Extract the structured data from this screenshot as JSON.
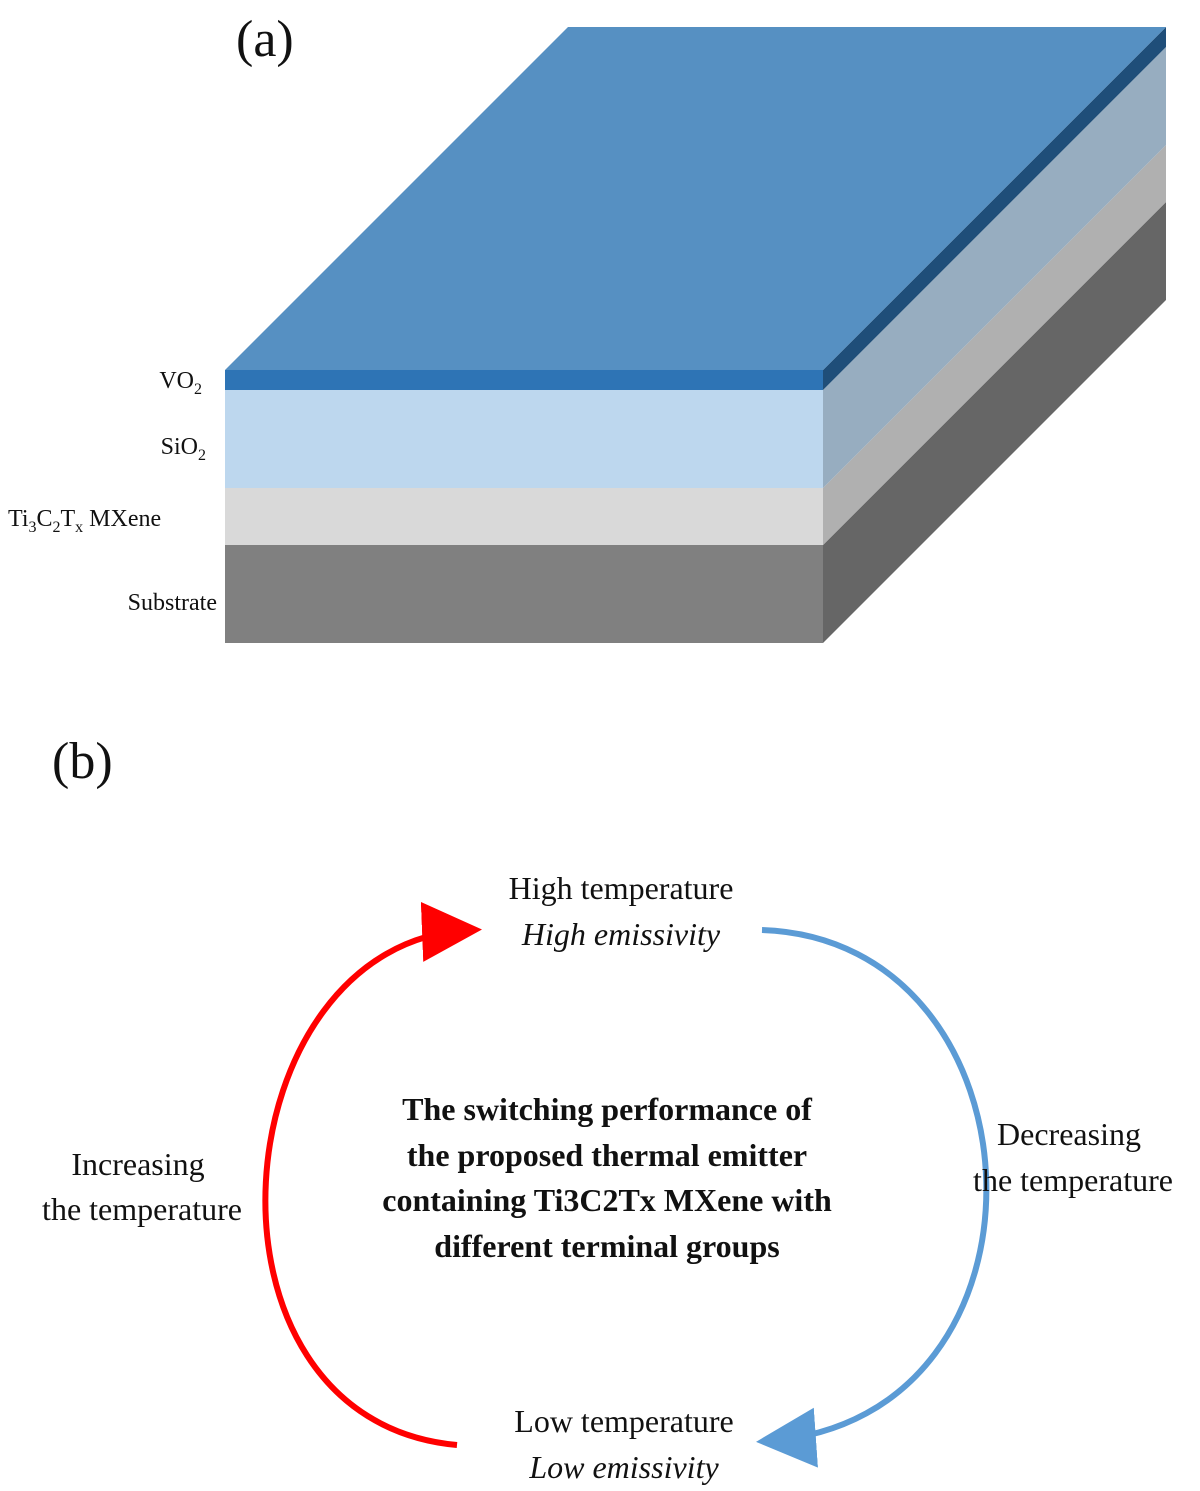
{
  "panel_a": {
    "label": "(a)",
    "layers": [
      {
        "id": "vo2",
        "label_main": "VO",
        "label_sub": "2",
        "front": "#2e74b5",
        "side": "#1f4e79",
        "top": "#5690c2"
      },
      {
        "id": "sio2",
        "label_main": "SiO",
        "label_sub": "2",
        "front": "#bdd7ee",
        "side": "#97adc0"
      },
      {
        "id": "mxene",
        "label_parts": [
          "Ti",
          "3",
          "C",
          "2",
          "T",
          "x",
          " MXene"
        ],
        "front": "#d9d9d9",
        "side": "#b0b0b0"
      },
      {
        "id": "substrate",
        "label_main": "Substrate",
        "front": "#808080",
        "side": "#666666"
      }
    ]
  },
  "panel_b": {
    "label": "(b)",
    "top_state": {
      "line1": "High temperature",
      "line2": "High emissivity"
    },
    "bottom_state": {
      "line1": "Low temperature",
      "line2": "Low emissivity"
    },
    "left_process": {
      "line1": "Increasing",
      "line2": "the temperature"
    },
    "right_process": {
      "line1": "Decreasing",
      "line2": "the temperature"
    },
    "center": {
      "line1": "The switching performance of",
      "line2": "the proposed thermal emitter",
      "line3": "containing Ti3C2Tx MXene with",
      "line4": "different terminal groups"
    },
    "colors": {
      "heating_arrow": "#ff0000",
      "cooling_arrow": "#5b9bd5"
    }
  }
}
